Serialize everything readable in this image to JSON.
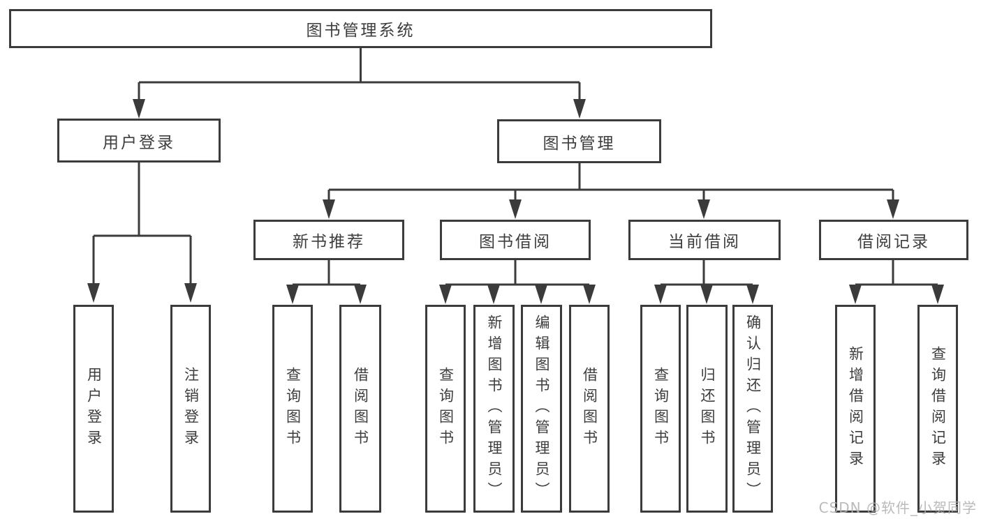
{
  "tree": {
    "label": "图书管理系统",
    "children": [
      {
        "label": "用户登录",
        "children": [
          {
            "label": "用户登录"
          },
          {
            "label": "注销登录"
          }
        ]
      },
      {
        "label": "图书管理",
        "children": [
          {
            "label": "新书推荐",
            "children": [
              {
                "label": "查询图书"
              },
              {
                "label": "借阅图书"
              }
            ]
          },
          {
            "label": "图书借阅",
            "children": [
              {
                "label": "查询图书"
              },
              {
                "label": "新增图书（管理员）"
              },
              {
                "label": "编辑图书（管理员）"
              },
              {
                "label": "借阅图书"
              }
            ]
          },
          {
            "label": "当前借阅",
            "children": [
              {
                "label": "查询图书"
              },
              {
                "label": "归还图书"
              },
              {
                "label": "确认归还（管理员）"
              }
            ]
          },
          {
            "label": "借阅记录",
            "children": [
              {
                "label": "新增借阅记录"
              },
              {
                "label": "查询借阅记录"
              }
            ]
          }
        ]
      }
    ]
  },
  "watermark": {
    "text": "CSDN @软件_小贺同学"
  },
  "colors": {
    "line": "#3b3b3b",
    "text": "#3d3d3d",
    "box_background": "#ffffff",
    "watermark": "#b0b0b0"
  }
}
